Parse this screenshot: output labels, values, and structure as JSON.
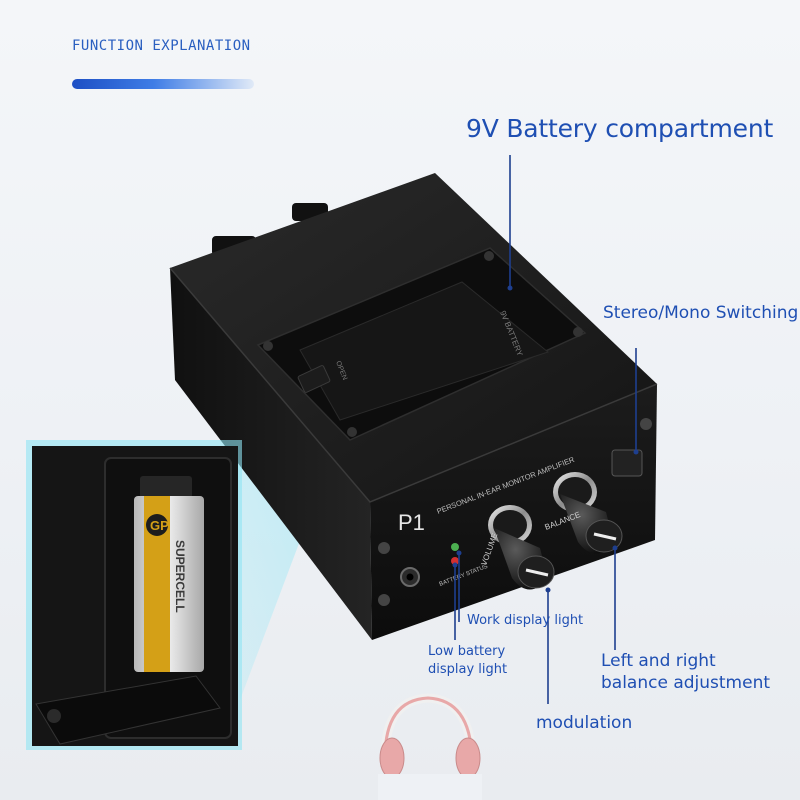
{
  "header": {
    "title": "FUNCTION EXPLANATION"
  },
  "device": {
    "model": "P1",
    "product_line": "PERSONAL IN-EAR MONITOR AMPLIFIER",
    "knob_left_label": "VOLUME",
    "knob_right_label": "BALANCE",
    "led_label": "BATTERY\nSTATUS",
    "cover_text": "9V BATTERY",
    "cover_open_text": "OPEN",
    "battery_brand": "GP",
    "battery_series": "SUPERCELL"
  },
  "callouts": {
    "battery_compartment": "9V Battery compartment",
    "stereo_mono": "Stereo/Mono Switching",
    "work_light": "Work display light",
    "low_battery_line1": "Low battery",
    "low_battery_line2": "display light",
    "balance_line1": "Left and right",
    "balance_line2": "balance adjustment",
    "modulation": "modulation"
  },
  "colors": {
    "label_text": "#1f4fb3",
    "accent_blue": "#2a5fc0",
    "callout_line": "#1e3f8f",
    "device_body": "#161616",
    "glow_cyan": "#56d8f0",
    "battery_gold": "#d4a017",
    "led_green": "#4caf50",
    "led_red": "#d32f2f",
    "headphone_pink": "#e8a8a8"
  },
  "icons": [
    "headphone-icon",
    "knob-icon",
    "led-icon",
    "jack-icon",
    "screw-icon"
  ]
}
